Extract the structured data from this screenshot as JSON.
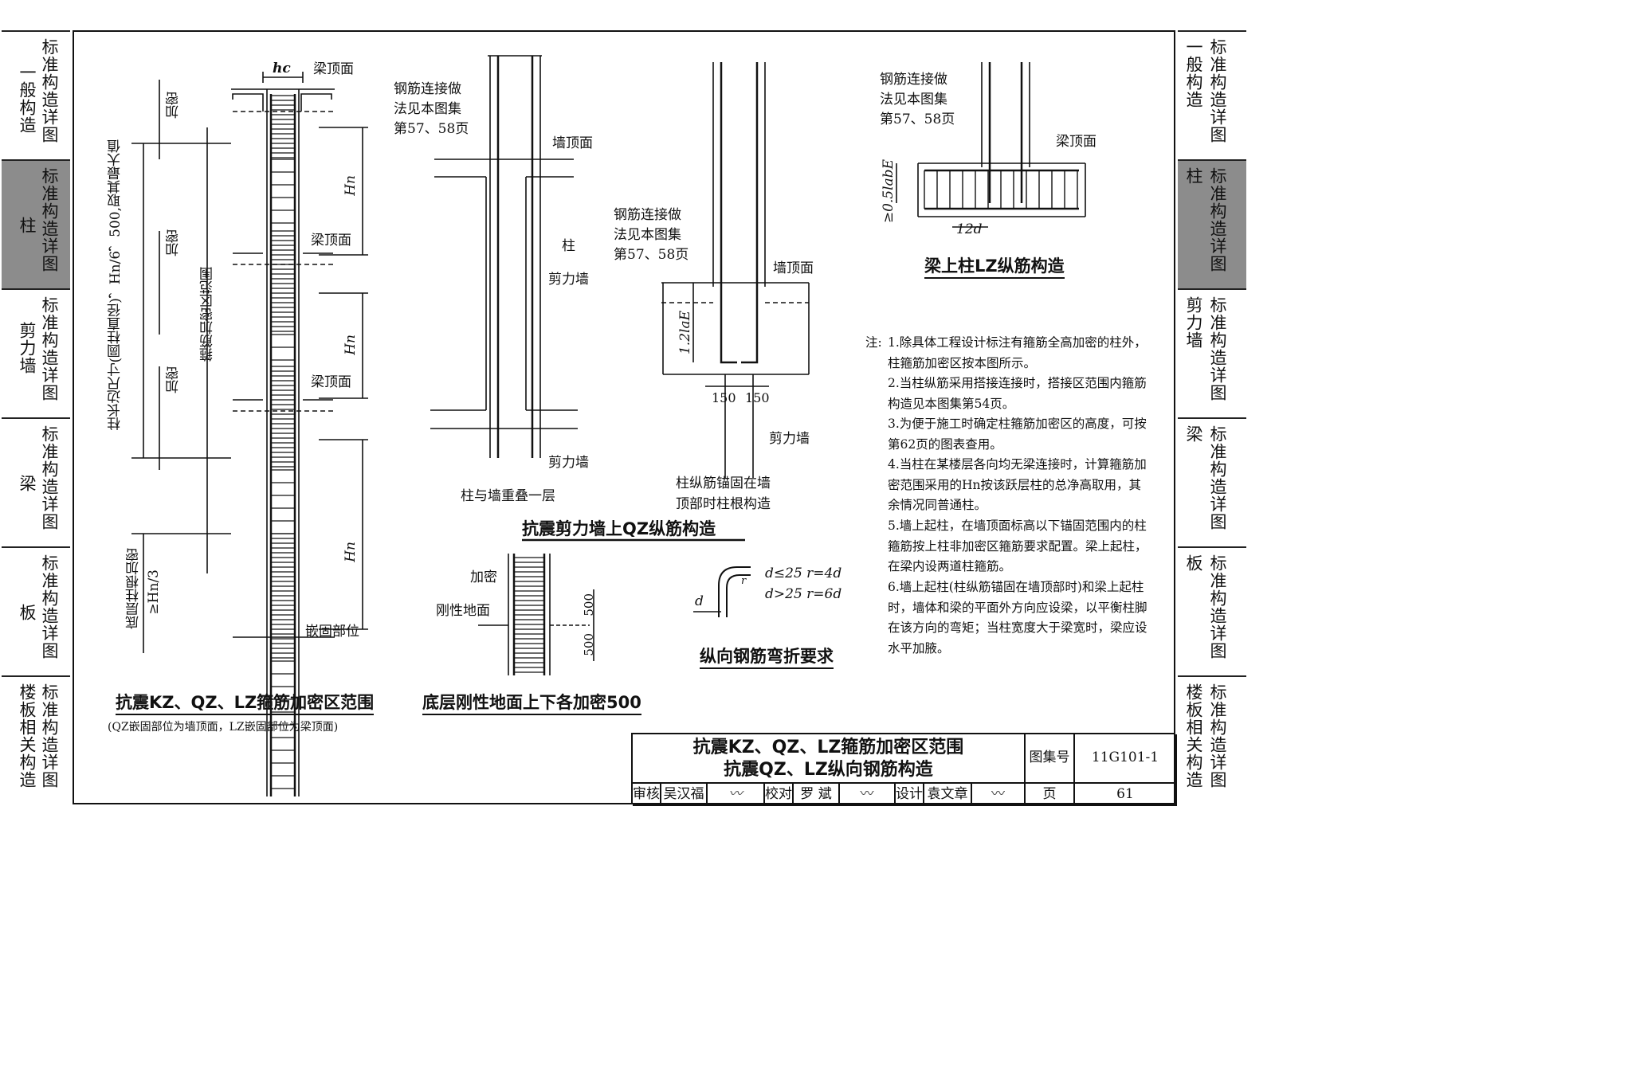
{
  "left_tabs": [
    {
      "col1": "一般构造",
      "col2": "标准构造详图",
      "active": false
    },
    {
      "col1": "柱",
      "col2": "标准构造详图",
      "active": true
    },
    {
      "col1": "剪力墙",
      "col2": "标准构造详图",
      "active": false
    },
    {
      "col1": "梁",
      "col2": "标准构造详图",
      "active": false
    },
    {
      "col1": "板",
      "col2": "标准构造详图",
      "active": false
    },
    {
      "col1": "楼板相关构造",
      "col2": "标准构造详图",
      "active": false
    }
  ],
  "right_tabs": [
    {
      "col1": "标准构造详图",
      "col2": "一般构造",
      "active": false
    },
    {
      "col1": "标准构造详图",
      "col2": "柱",
      "active": true
    },
    {
      "col1": "标准构造详图",
      "col2": "剪力墙",
      "active": false
    },
    {
      "col1": "标准构造详图",
      "col2": "梁",
      "active": false
    },
    {
      "col1": "标准构造详图",
      "col2": "板",
      "active": false
    },
    {
      "col1": "标准构造详图",
      "col2": "楼板相关构造",
      "active": false
    }
  ],
  "d1": {
    "hc": "hc",
    "beam_top_1": "梁顶面",
    "beam_top_2": "梁顶面",
    "beam_top_3": "梁顶面",
    "jiami": "加密",
    "hn": "Hn",
    "left_note": "柱长边尺寸(圆柱直径)，Hn/6，500,取其最大值",
    "zone_note": "箍筋加密区范围",
    "base_note": "底层柱根加密",
    "base_value": "≥Hn/3",
    "embed": "嵌固部位",
    "caption": "抗震KZ、QZ、LZ箍筋加密区范围",
    "sub_caption": "(QZ嵌固部位为墙顶面，LZ嵌固部位为梁顶面)"
  },
  "d2": {
    "conn_note": [
      "钢筋连接做",
      "法见本图集",
      "第57、58页"
    ],
    "wall_top": "墙顶面",
    "column": "柱",
    "shear_wall": "剪力墙",
    "shear_wall_2": "剪力墙",
    "overlap": "柱与墙重叠一层"
  },
  "d3": {
    "conn_note": [
      "钢筋连接做",
      "法见本图集",
      "第57、58页"
    ],
    "wall_top": "墙顶面",
    "anchor": "1.2laE",
    "dim_150a": "150",
    "dim_150b": "150",
    "shear_wall": "剪力墙",
    "caption_lines": [
      "柱纵筋锚固在墙",
      "顶部时柱根构造"
    ]
  },
  "group_caption": "抗震剪力墙上QZ纵筋构造",
  "d4": {
    "conn_note": [
      "钢筋连接做",
      "法见本图集",
      "第57、58页"
    ],
    "beam_top": "梁顶面",
    "anchor": "≥0.5labE",
    "dim_12d": "12d",
    "caption": "梁上柱LZ纵筋构造"
  },
  "d5": {
    "jiami": "加密",
    "ground": "刚性地面",
    "dim_500a": "500",
    "dim_500b": "500",
    "caption": "底层刚性地面上下各加密500"
  },
  "d6": {
    "rule1": "d≤25  r=4d",
    "rule2": "d>25  r=6d",
    "d": "d",
    "r": "r",
    "caption": "纵向钢筋弯折要求"
  },
  "notes_label": "注:",
  "notes": [
    "1.除具体工程设计标注有箍筋全高加密的柱外，柱箍筋加密区按本图所示。",
    "2.当柱纵筋采用搭接连接时，搭接区范围内箍筋构造见本图集第54页。",
    "3.为便于施工时确定柱箍筋加密区的高度，可按第62页的图表查用。",
    "4.当柱在某楼层各向均无梁连接时，计算箍筋加密范围采用的Hn按该跃层柱的总净高取用，其余情况同普通柱。",
    "5.墙上起柱，在墙顶面标高以下锚固范围内的柱箍筋按上柱非加密区箍筋要求配置。梁上起柱，在梁内设两道柱箍筋。",
    "6.墙上起柱(柱纵筋锚固在墙顶部时)和梁上起柱时，墙体和梁的平面外方向应设梁，以平衡柱脚在该方向的弯矩；当柱宽度大于梁宽时，梁应设水平加腋。"
  ],
  "title_block": {
    "title1": "抗震KZ、QZ、LZ箍筋加密区范围",
    "title2": "抗震QZ、LZ纵向钢筋构造",
    "atlas_label": "图集号",
    "atlas_no": "11G101-1",
    "review_label": "审核",
    "reviewer": "吴汉福",
    "check_label": "校对",
    "checker": "罗  斌",
    "design_label": "设计",
    "designer": "袁文章",
    "page_label": "页",
    "page_no": "61"
  }
}
